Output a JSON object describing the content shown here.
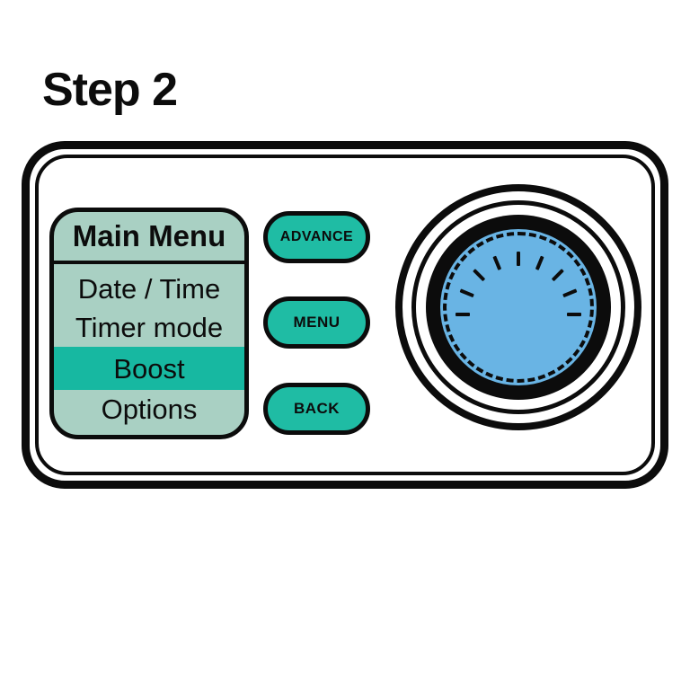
{
  "title": "Step 2",
  "menu": {
    "header": "Main Menu",
    "items": [
      {
        "label": "Date / Time",
        "selected": false
      },
      {
        "label": "Timer mode",
        "selected": false
      },
      {
        "label": "Boost",
        "selected": true
      },
      {
        "label": "Options",
        "selected": false
      }
    ]
  },
  "buttons": [
    {
      "label": "ADVANCE"
    },
    {
      "label": "MENU"
    },
    {
      "label": "BACK"
    }
  ],
  "dial": {
    "semantic": "rotary-control-knob",
    "tick_count": 9,
    "tick_arc_deg": 180
  },
  "colors": {
    "button_teal": "#1fbca4",
    "highlight_teal": "#17b8a1",
    "menu_bg": "#a9d0c3",
    "dial_blue": "#69b4e4",
    "outline": "#0c0c0c"
  }
}
